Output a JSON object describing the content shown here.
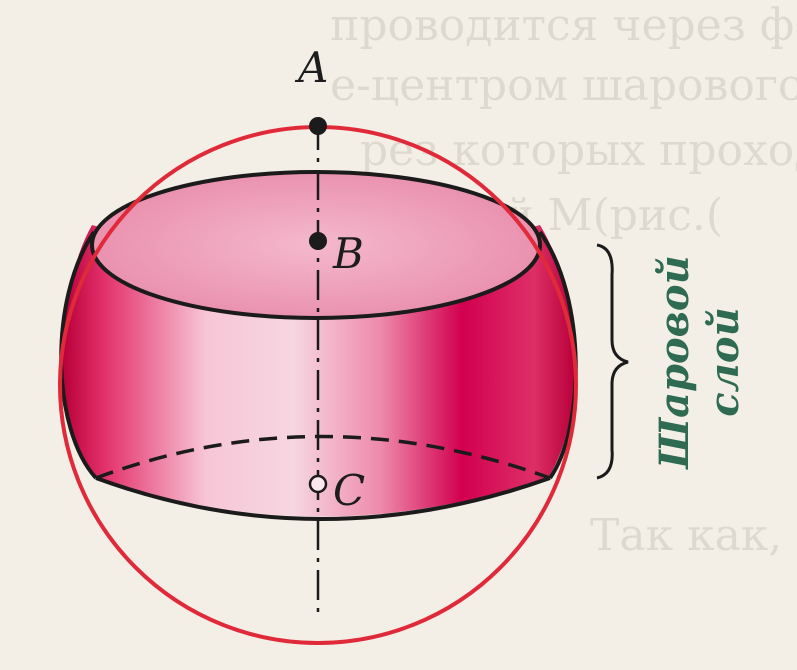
{
  "points": {
    "a": "A",
    "b": "B",
    "c": "C"
  },
  "layer_label": {
    "line1": "Шаровой",
    "line2": "слой"
  },
  "colors": {
    "sphere_outline": "#e02a3a",
    "layer_fill": "#e23a6e",
    "layer_dark": "#d0104f",
    "layer_light": "#f4b7cb",
    "label_green": "#2f6a52",
    "background": "#f3efe6"
  },
  "background_text": {
    "line1": "проводится через ф",
    "line2": "е-центром шарового М",
    "line3": "рез которых проход",
    "line4": "горой М(рис.(",
    "line5": "Так как, то"
  }
}
